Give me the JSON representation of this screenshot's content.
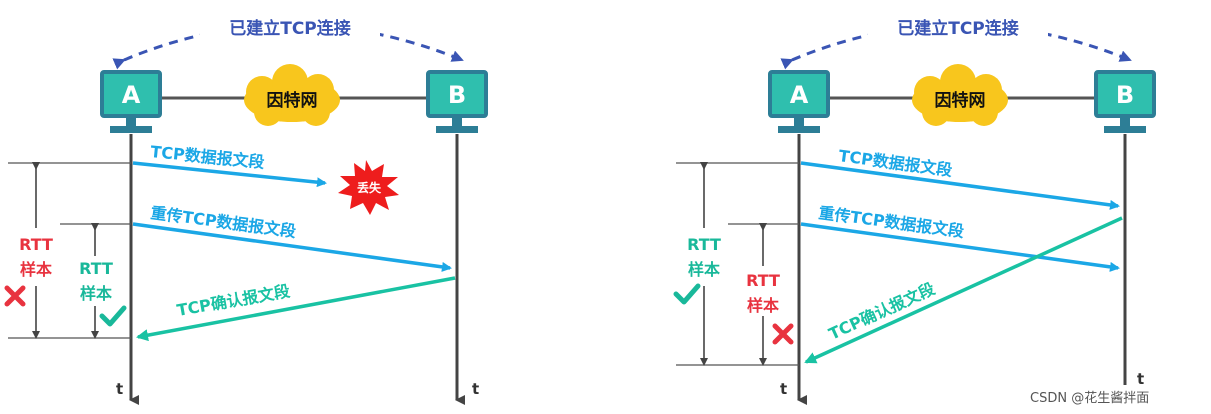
{
  "colors": {
    "title": "#3a55b4",
    "segment": "#1ba7e6",
    "ack": "#19c2a3",
    "rtt_ok": "#19b89a",
    "rtt_bad": "#e8333f",
    "host_fill": "#2fbfae",
    "host_border": "#2d7e96",
    "cloud": "#f8c61d",
    "lost": "#ee1d1d"
  },
  "left": {
    "title": "已建立TCP连接",
    "host_a": "A",
    "host_b": "B",
    "network": "因特网",
    "segment_label": "TCP数据报文段",
    "lost_label": "丢失",
    "retransmit_label": "重传TCP数据报文段",
    "ack_label": "TCP确认报文段",
    "rtt_outer": {
      "line1": "RTT",
      "line2": "样本",
      "mark": "cross-icon"
    },
    "rtt_inner": {
      "line1": "RTT",
      "line2": "样本",
      "mark": "check-icon"
    },
    "time_a": "t",
    "time_b": "t"
  },
  "right": {
    "title": "已建立TCP连接",
    "host_a": "A",
    "host_b": "B",
    "network": "因特网",
    "segment_label": "TCP数据报文段",
    "retransmit_label": "重传TCP数据报文段",
    "ack_label": "TCP确认报文段",
    "rtt_outer": {
      "line1": "RTT",
      "line2": "样本",
      "mark": "check-icon"
    },
    "rtt_inner": {
      "line1": "RTT",
      "line2": "样本",
      "mark": "cross-icon"
    },
    "time_a": "t",
    "time_b": "t"
  },
  "watermark": "CSDN @花生酱拌面"
}
